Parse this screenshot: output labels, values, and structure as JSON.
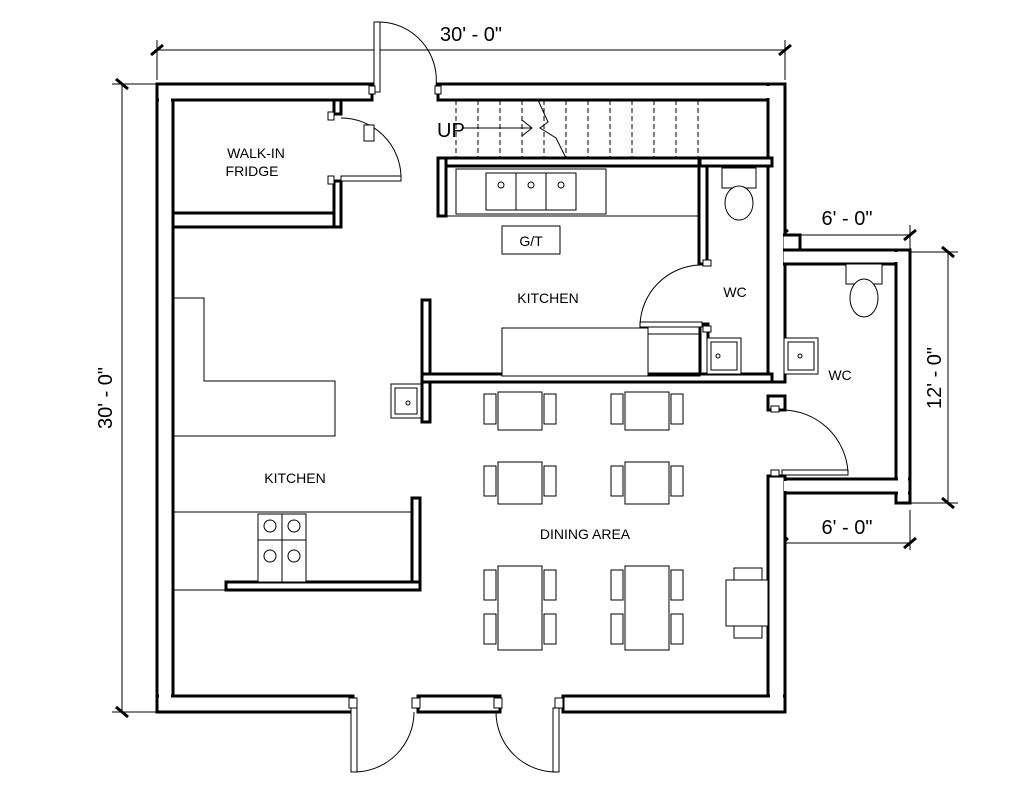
{
  "rooms": {
    "walk_in_fridge_line1": "WALK-IN",
    "walk_in_fridge_line2": "FRIDGE",
    "kitchen_upper": "KITCHEN",
    "kitchen_lower": "KITCHEN",
    "dining_area": "DINING AREA",
    "wc_left": "WC",
    "wc_right": "WC",
    "gt": "G/T"
  },
  "stairs": {
    "label": "UP"
  },
  "dimensions": {
    "top_width": "30' - 0\"",
    "left_height": "30' - 0\"",
    "right_upper_width": "6' - 0\"",
    "right_lower_width": "6' - 0\"",
    "right_height": "12' - 0\""
  }
}
